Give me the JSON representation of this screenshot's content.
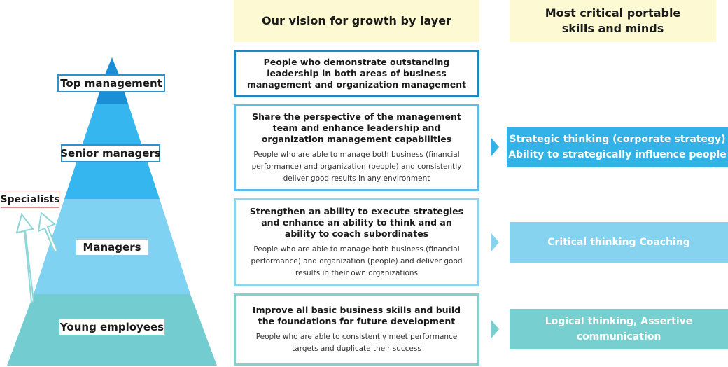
{
  "headers": {
    "vision": "Our vision for growth by layer",
    "skills_line1": "Most critical portable",
    "skills_line2": "skills and minds"
  },
  "pyramid": {
    "top_management": "Top management",
    "senior_managers": "Senior managers",
    "managers": "Managers",
    "young_employees": "Young employees",
    "specialists": "Specialists"
  },
  "vision": [
    {
      "heading": "People who demonstrate outstanding leadership in both areas of business management and organization management",
      "description": ""
    },
    {
      "heading": "Share the perspective of the management team and enhance leadership and organization management capabilities",
      "description": "People who are able to manage both business (financial performance) and organization (people) and consistently deliver good results in any environment"
    },
    {
      "heading": "Strengthen an ability to execute strategies and enhance an ability to think and an ability to coach subordinates",
      "description": "People who are able to manage both business (financial performance) and organization (people) and deliver good results in their own organizations"
    },
    {
      "heading": "Improve all basic business skills and build the foundations for future development",
      "description": "People who are able to consistently meet performance targets and duplicate their success"
    }
  ],
  "skills": {
    "senior_line1": "Strategic thinking (corporate strategy)",
    "senior_line2": "Ability to strategically influence people",
    "managers": "Critical thinking Coaching",
    "young_line1": "Logical thinking, Assertive",
    "young_line2": "communication"
  },
  "colors": {
    "top": "#1a8fd6",
    "senior": "#36b6ee",
    "managers": "#80d2f2",
    "young": "#73cdd0",
    "header_bg": "#fdf9d2"
  }
}
